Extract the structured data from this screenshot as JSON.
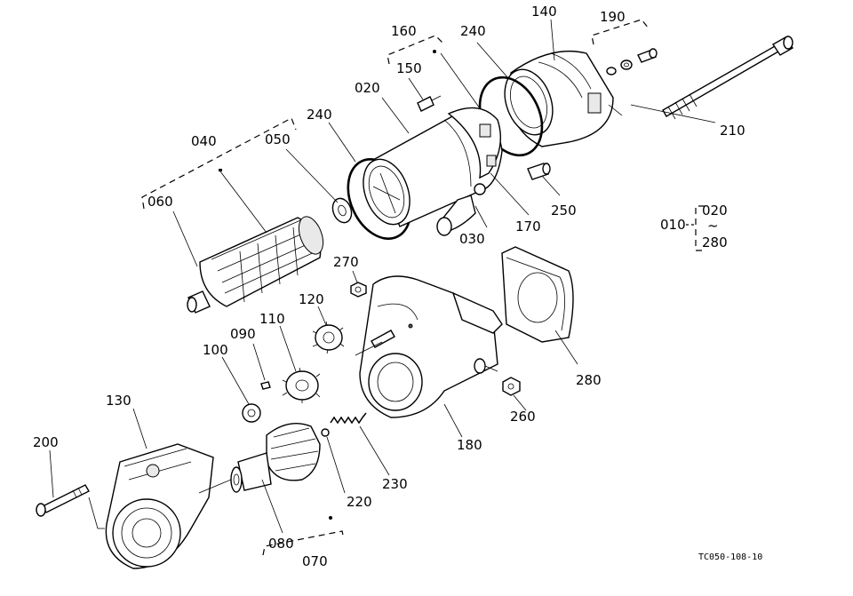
{
  "labels": {
    "p010": "010",
    "p020a": "020",
    "p020b": "020",
    "p030": "030",
    "p040": "040",
    "p050": "050",
    "p060": "060",
    "p070": "070",
    "p080": "080",
    "p090": "090",
    "p100": "100",
    "p110": "110",
    "p120": "120",
    "p130": "130",
    "p140": "140",
    "p150": "150",
    "p160": "160",
    "p170": "170",
    "p180": "180",
    "p190": "190",
    "p200": "200",
    "p210": "210",
    "p220": "220",
    "p230": "230",
    "p240a": "240",
    "p240b": "240",
    "p250": "250",
    "p260": "260",
    "p270": "270",
    "p280a": "280",
    "p280b": "280",
    "tilde": "~"
  },
  "drawing_code": "TC050-108-10"
}
